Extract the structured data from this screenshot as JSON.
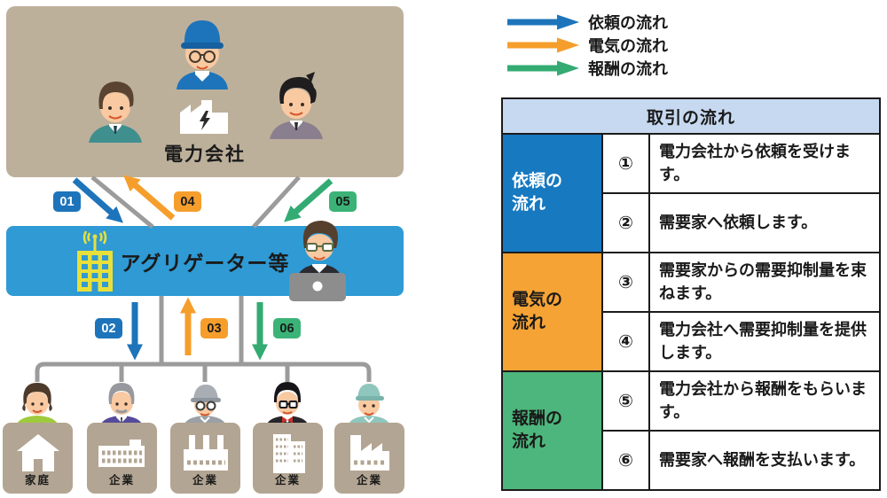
{
  "colors": {
    "request_blue": "#1d74ba",
    "electricity_orange": "#f59e2c",
    "reward_green": "#33ab72",
    "table_header_bg": "#c7d9f0",
    "table_group_blue": "#1779c0",
    "table_group_orange": "#f6a335",
    "table_group_green": "#4db67c",
    "box_tan": "#bdb09b",
    "box_blue": "#2f9ad4"
  },
  "legend": {
    "items": [
      {
        "label": "依頼の流れ",
        "color": "#1d74ba"
      },
      {
        "label": "電気の流れ",
        "color": "#f59e2c"
      },
      {
        "label": "報酬の流れ",
        "color": "#33ab72"
      }
    ]
  },
  "diagram": {
    "power_company": {
      "label": "電力会社"
    },
    "aggregator": {
      "label": "アグリゲーター等"
    },
    "badges": [
      {
        "label": "01",
        "color": "#1d74ba"
      },
      {
        "label": "02",
        "color": "#1d74ba"
      },
      {
        "label": "03",
        "color": "#f59e2c"
      },
      {
        "label": "04",
        "color": "#f59e2c"
      },
      {
        "label": "05",
        "color": "#3bb377"
      },
      {
        "label": "06",
        "color": "#3bb377"
      }
    ],
    "consumers": [
      {
        "label": "家庭"
      },
      {
        "label": "企業"
      },
      {
        "label": "企業"
      },
      {
        "label": "企業"
      },
      {
        "label": "企業"
      }
    ]
  },
  "table": {
    "title": "取引の流れ",
    "groups": [
      {
        "label": "依頼の\n流れ",
        "rows": [
          {
            "num": "①",
            "text": "電力会社から依頼を受けます。"
          },
          {
            "num": "②",
            "text": "需要家へ依頼します。"
          }
        ]
      },
      {
        "label": "電気の\n流れ",
        "rows": [
          {
            "num": "③",
            "text": "需要家からの需要抑制量を束ねます。"
          },
          {
            "num": "④",
            "text": "電力会社へ需要抑制量を提供します。"
          }
        ]
      },
      {
        "label": "報酬の\n流れ",
        "rows": [
          {
            "num": "⑤",
            "text": "電力会社から報酬をもらいます。"
          },
          {
            "num": "⑥",
            "text": "需要家へ報酬を支払います。"
          }
        ]
      }
    ]
  }
}
